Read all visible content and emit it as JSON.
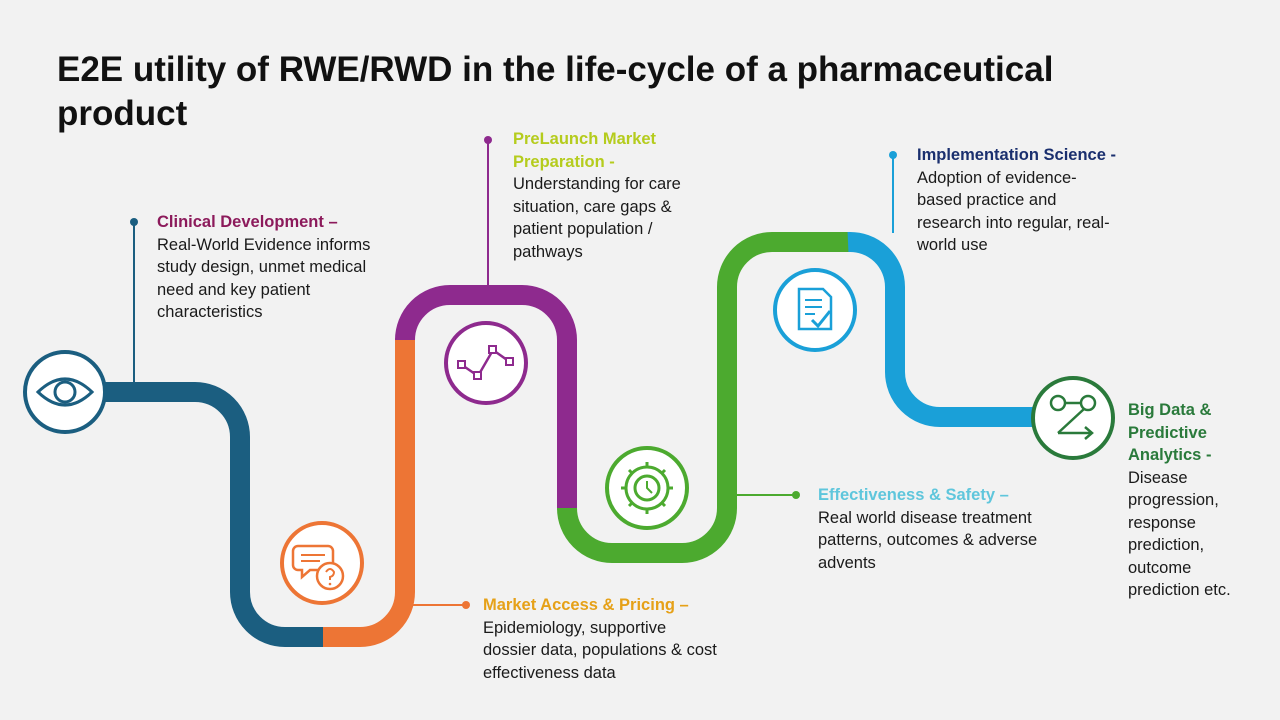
{
  "title": "E2E utility of RWE/RWD in the life-cycle of a pharmaceutical product",
  "stages": [
    {
      "key": "clinical",
      "heading": "Clinical Development –",
      "body": "Real-World Evidence informs study design, unmet medical need and key patient characteristics",
      "color": "#1b5e80",
      "icon": "eye-icon"
    },
    {
      "key": "market",
      "heading": "Market Access & Pricing –",
      "body": "Epidemiology, supportive dossier data, populations & cost effectiveness data",
      "color": "#ed7535",
      "heading_color": "#e6a118",
      "icon": "chat-question-icon"
    },
    {
      "key": "prelaunch",
      "heading": "PreLaunch Market Preparation -",
      "body": "Understanding for care situation, care gaps & patient population / pathways",
      "color": "#8e2a8e",
      "heading_color": "#b5cc1d",
      "icon": "line-chart-icon"
    },
    {
      "key": "effectiveness",
      "heading": "Effectiveness & Safety –",
      "body": "Real world disease treatment patterns, outcomes & adverse advents",
      "color": "#4caa2f",
      "heading_color": "#5fc6dc",
      "icon": "gear-clock-icon"
    },
    {
      "key": "implementation",
      "heading": "Implementation Science -",
      "body": "Adoption of evidence-based practice and research into regular, real-world use",
      "color": "#1aa0d8",
      "heading_color": "#1a2f6e",
      "icon": "checklist-icon"
    },
    {
      "key": "bigdata",
      "heading": "Big Data & Predictive Analytics -",
      "body": "Disease progression, response prediction, outcome prediction etc.",
      "color": "#2a7a3b",
      "heading_color": "#2a7a3b",
      "icon": "flow-arrow-icon"
    }
  ],
  "colors": {
    "clinical_heading": "#8c1a5b"
  }
}
